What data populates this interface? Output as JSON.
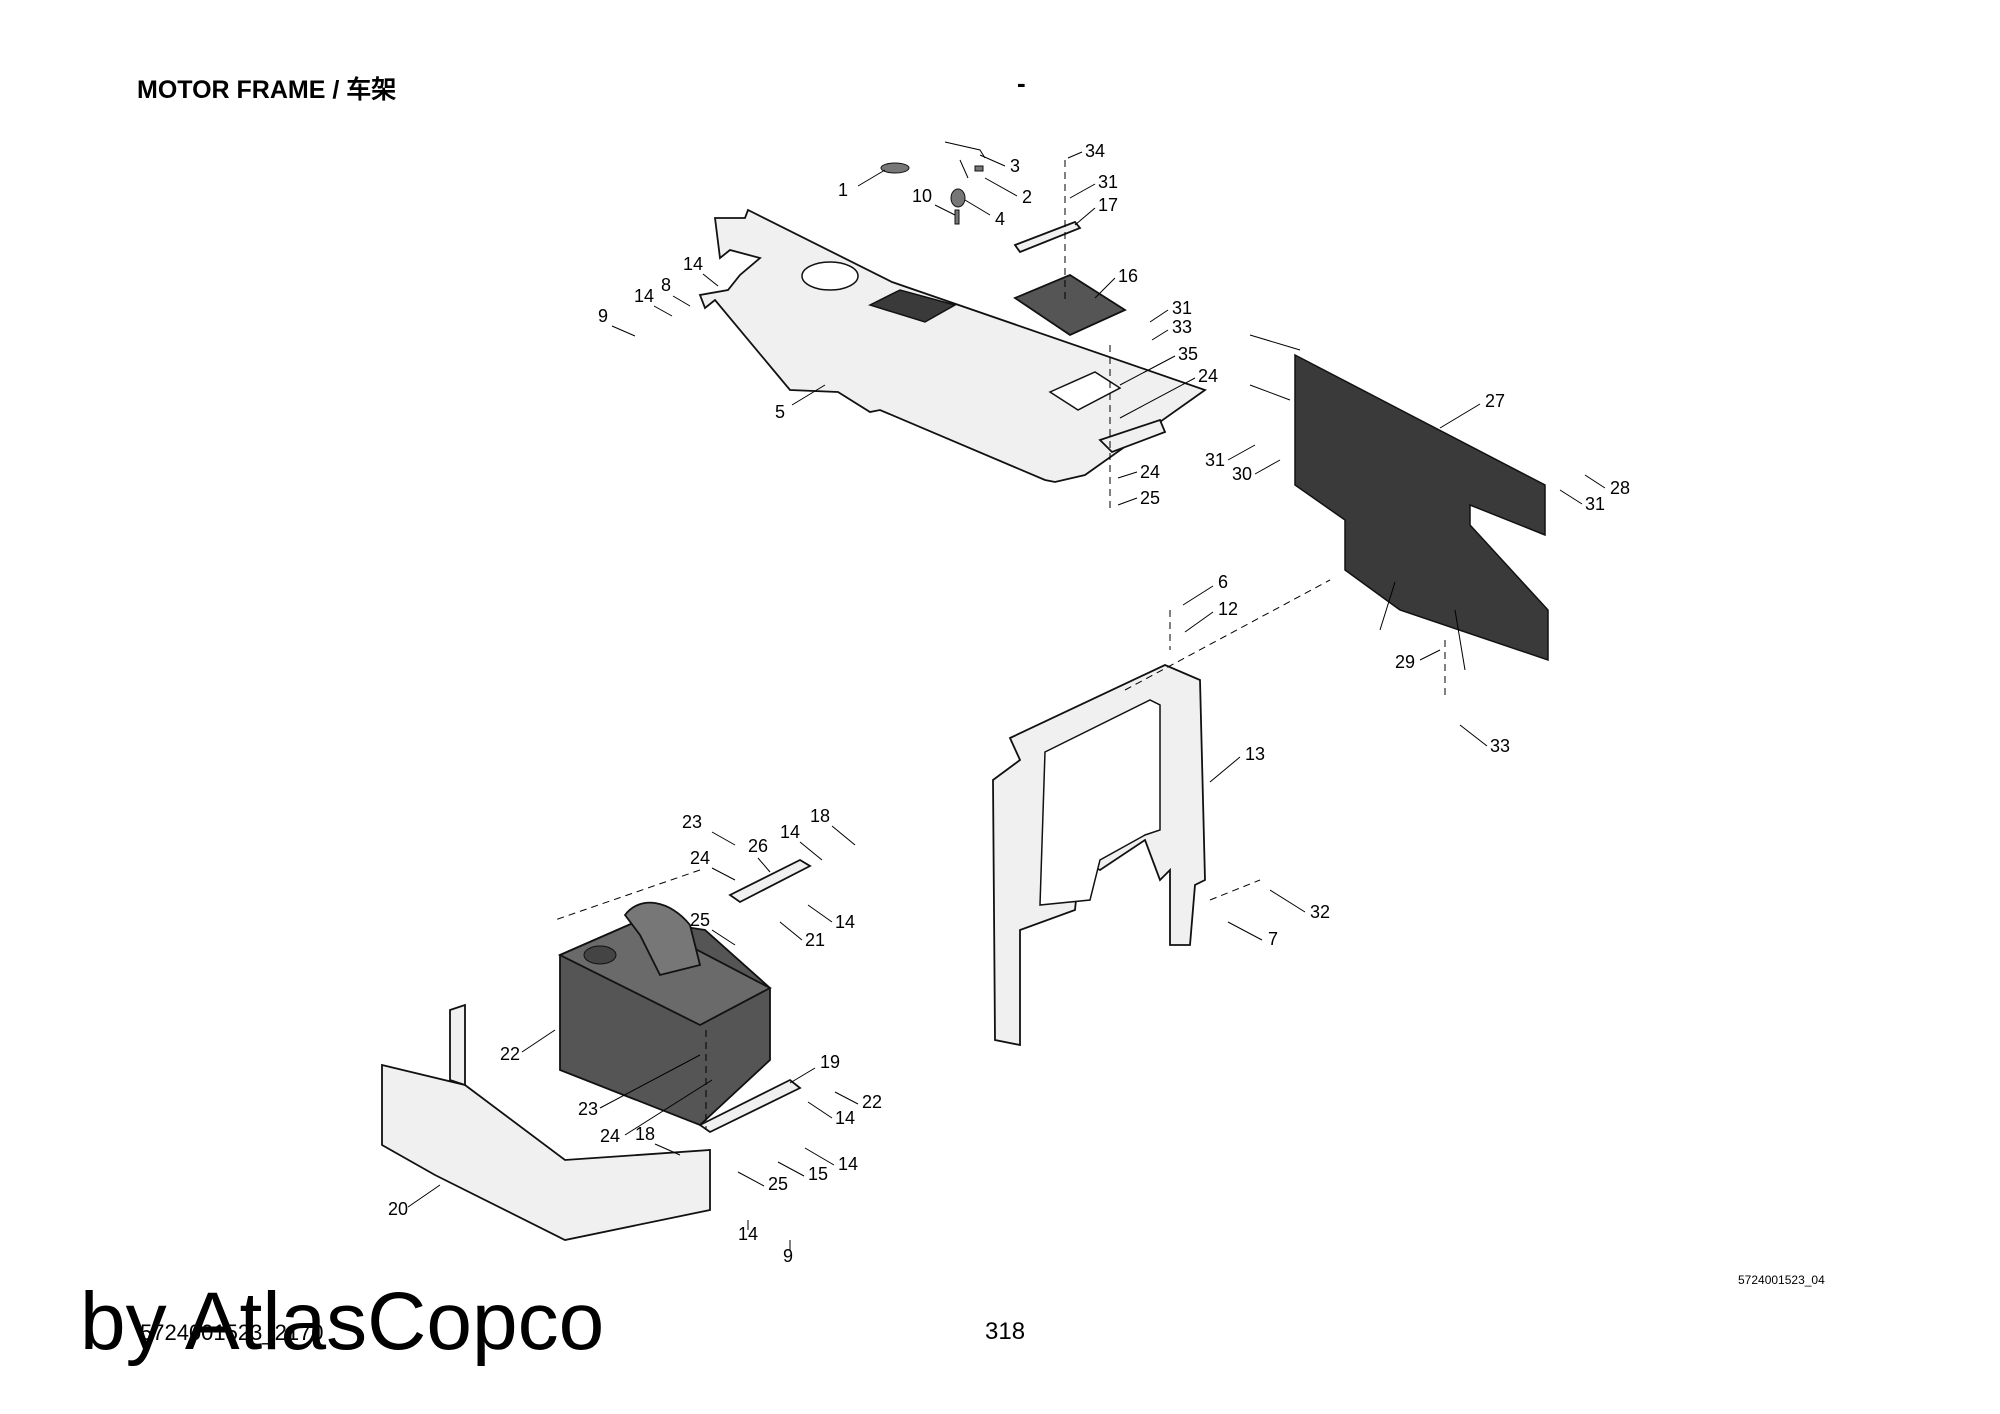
{
  "header": {
    "title": "MOTOR FRAME / 车架",
    "dash": "-"
  },
  "footer": {
    "drawing_ref": "5724001523_04",
    "doc_number": "5724001523_2170",
    "page_number": "318",
    "watermark": "by AtlasCopco"
  },
  "callouts": [
    "1",
    "2",
    "3",
    "4",
    "10",
    "34",
    "31",
    "17",
    "14",
    "8",
    "9",
    "5",
    "16",
    "33",
    "35",
    "24",
    "25",
    "27",
    "30",
    "28",
    "6",
    "12",
    "13",
    "29",
    "32",
    "7",
    "23",
    "26",
    "18",
    "21",
    "22",
    "20",
    "19",
    "15"
  ]
}
